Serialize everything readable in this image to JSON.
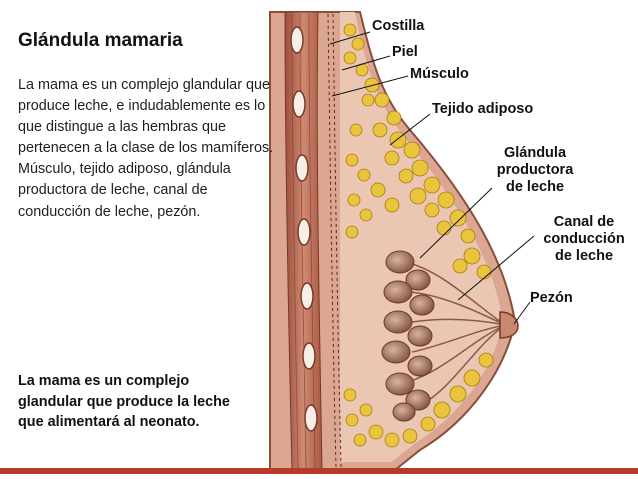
{
  "title": "Glándula mamaria",
  "description": "La mama es un complejo glandular que produce leche, e indudablemente es lo que distingue a las hembras que pertenecen a la clase de los mamíferos. Músculo, tejido adiposo, glándula productora de leche, canal de conducción de leche, pezón.",
  "summary": "La mama es un complejo glandular que produce la leche que alimentará al neonato.",
  "labels": {
    "costilla": "Costilla",
    "piel": "Piel",
    "musculo": "Músculo",
    "tejido_adiposo": "Tejido adiposo",
    "glandula_1": "Glándula",
    "glandula_2": "productora",
    "glandula_3": "de leche",
    "canal_1": "Canal de",
    "canal_2": "conducción",
    "canal_3": "de leche",
    "pezon": "Pezón"
  },
  "colors": {
    "skin": "#d9a98f",
    "tissue": "#e8c2ad",
    "muscle": "#b86b55",
    "fat": "#e8c23a",
    "gland": "#a8765f",
    "accent_bar": "#b73b2a"
  }
}
